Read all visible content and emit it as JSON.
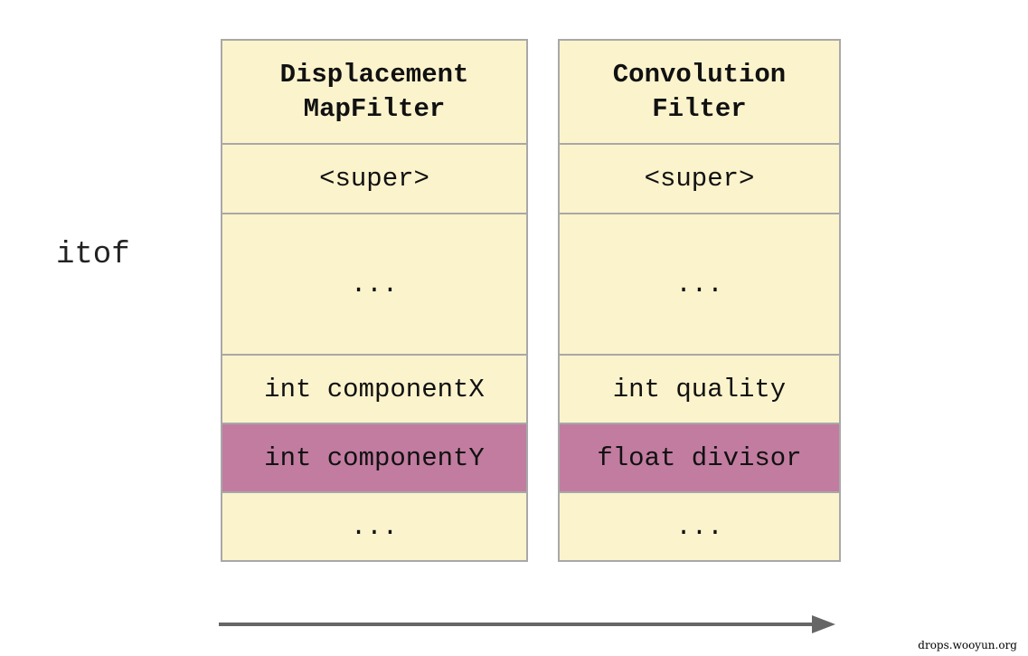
{
  "side_label": "itof",
  "structs": [
    {
      "title_line1": "Displacement",
      "title_line2": "MapFilter",
      "super": "<super>",
      "gap": "...",
      "field_normal": "int componentX",
      "field_highlight": "int componentY",
      "tail": "..."
    },
    {
      "title_line1": "Convolution",
      "title_line2": "Filter",
      "super": "<super>",
      "gap": "...",
      "field_normal": "int quality",
      "field_highlight": "float divisor",
      "tail": "..."
    }
  ],
  "watermark": "drops.wooyun.org",
  "colors": {
    "box_fill": "#fbf3cc",
    "highlight_fill": "#c17c9f",
    "border": "#a8a8a8",
    "arrow": "#666666"
  }
}
